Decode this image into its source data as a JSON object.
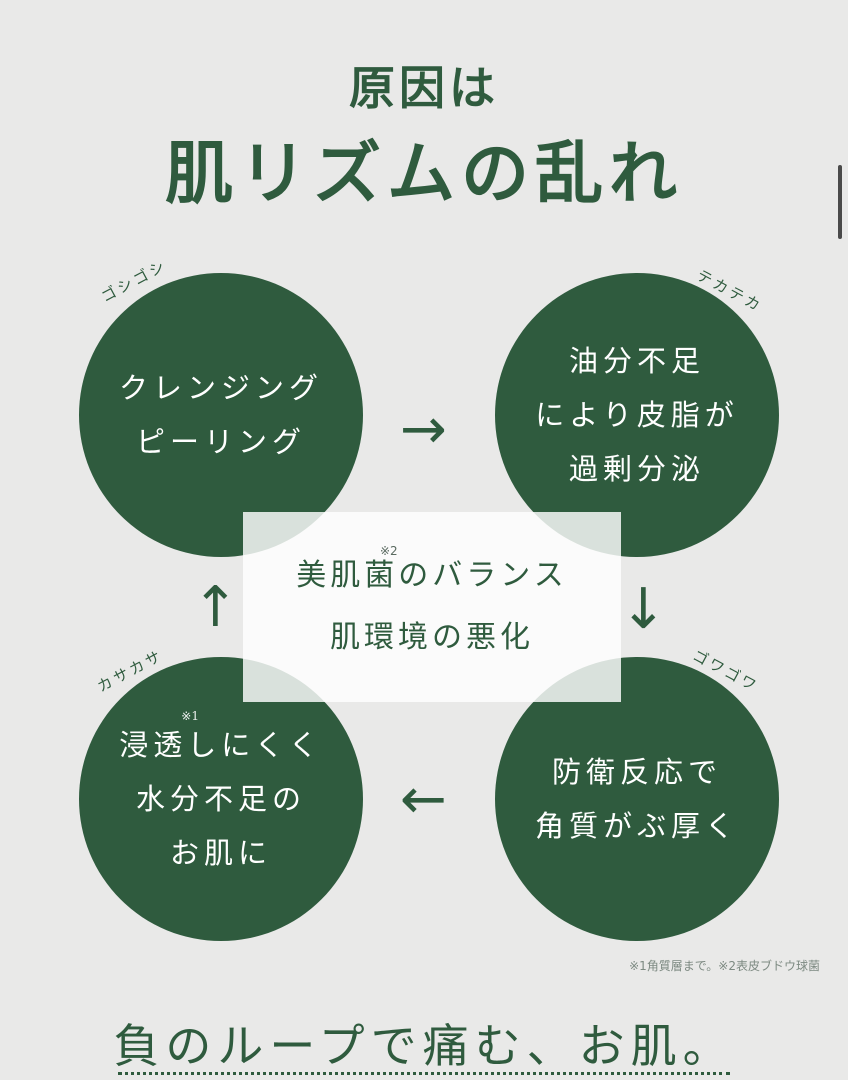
{
  "header": {
    "line1": "原因は",
    "line2": "肌リズムの乱れ"
  },
  "circles": {
    "top_left": {
      "lines": [
        "クレンジング",
        "ピーリング"
      ],
      "kana": "ゴシゴシ"
    },
    "top_right": {
      "lines": [
        "油分不足",
        "により皮脂が",
        "過剰分泌"
      ],
      "kana": "テカテカ"
    },
    "bottom_right": {
      "lines": [
        "防衛反応で",
        "角質がぶ厚く"
      ],
      "kana": "ゴワゴワ"
    },
    "bottom_left": {
      "lines": [
        "浸透しにくく",
        "水分不足の",
        "お肌に"
      ],
      "kana": "カサカサ",
      "note_mark": "※1"
    }
  },
  "center": {
    "lines": [
      "美肌菌のバランス",
      "肌環境の悪化"
    ],
    "note_mark": "※2"
  },
  "arrows": {
    "right": "→",
    "down": "↓",
    "left": "←",
    "up": "↑"
  },
  "footnote": "※1角質層まで。※2表皮ブドウ球菌",
  "bottom_text": "負のループで痛む、お肌。",
  "colors": {
    "primary_green": "#2f5b3e",
    "background": "#e9e9e8"
  }
}
